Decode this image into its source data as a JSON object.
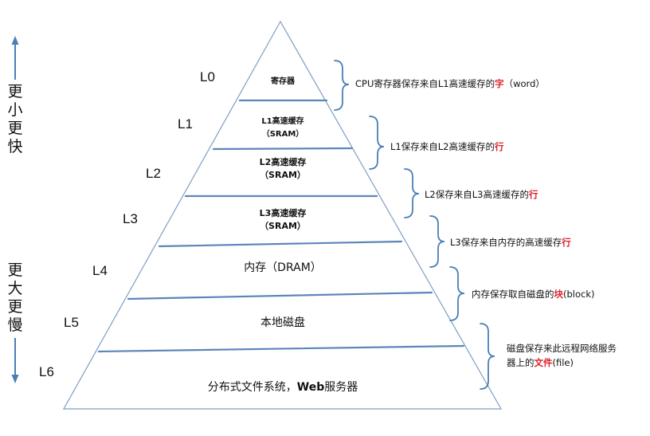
{
  "side": {
    "top": [
      "更",
      "小",
      "更",
      "快"
    ],
    "bottom": [
      "更",
      "大",
      "更",
      "慢"
    ],
    "arrow_color": "#4a7fb5"
  },
  "levels": [
    {
      "label": "L0",
      "inner_lines": [
        "寄存器"
      ]
    },
    {
      "label": "L1",
      "inner_lines": [
        "L1高速缓存",
        "（SRAM）"
      ]
    },
    {
      "label": "L2",
      "inner_lines": [
        "L2高速缓存",
        "（SRAM）"
      ]
    },
    {
      "label": "L3",
      "inner_lines": [
        "L3高速缓存",
        "（SRAM）"
      ]
    },
    {
      "label": "L4",
      "inner_lines": [
        "内存（DRAM）"
      ]
    },
    {
      "label": "L5",
      "inner_lines": [
        "本地磁盘"
      ]
    },
    {
      "label": "L6",
      "inner_prefix": "分布式文件系统，",
      "inner_bold": "Web",
      "inner_suffix": "服务器"
    }
  ],
  "notes": [
    {
      "pre": "CPU寄存器保存来自L1高速缓存的",
      "hl": "字",
      "post": "（word）"
    },
    {
      "pre": "L1保存来自L2高速缓存的",
      "hl": "行",
      "post": ""
    },
    {
      "pre": "L2保存来自L3高速缓存的",
      "hl": "行",
      "post": ""
    },
    {
      "pre": "L3保存来自内存的高速缓存",
      "hl": "行",
      "post": ""
    },
    {
      "pre": "内存保存取自磁盘的",
      "hl": "块",
      "post": "(block)"
    },
    {
      "line1": "磁盘保存来此远程网络服务",
      "pre": "器上的",
      "hl": "文件",
      "post": "(file)"
    }
  ],
  "colors": {
    "pyramid_stroke": "#7f9ec4",
    "divider": "#5b86b9",
    "brace": "#4a7fb5",
    "highlight": "#e0202a"
  }
}
